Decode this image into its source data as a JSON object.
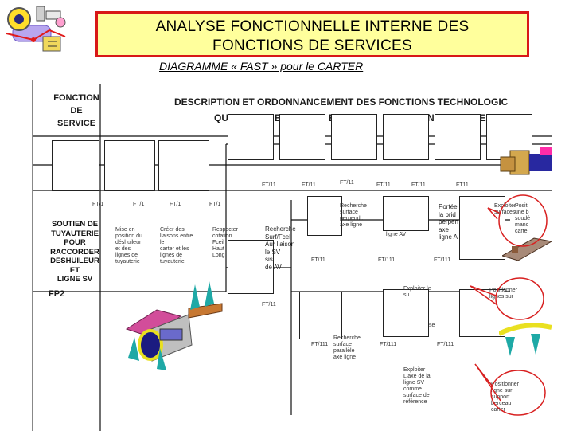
{
  "title": {
    "line1": "ANALYSE FONCTIONNELLE INTERNE DES",
    "line2": "FONCTIONS DE SERVICES"
  },
  "subtitle": "DIAGRAMME « FAST » pour le CARTER",
  "header": {
    "fs_col": "FONCTION\nDE\nSERVICE",
    "desc_line1": "DESCRIPTION ET ORDONNANCEMENT DES FONCTIONS TECHNOLOGIC",
    "desc_line2_parts": [
      "QU",
      "E",
      "E",
      "N",
      "DE"
    ]
  },
  "codes": {
    "row1": [
      "FT/1",
      "FT/1",
      "FT/1",
      "FT/1"
    ],
    "row2": [
      "FT/11",
      "FT/11",
      "FT/11",
      "FT/11",
      "FT/11",
      "FT11"
    ],
    "row3": [
      "FT/11",
      "FT/111",
      "FT/111"
    ],
    "row4": "FT/11",
    "row5": [
      "FT/111",
      "FT/111",
      "FT/111"
    ]
  },
  "service_function": "SOUTIEN DE\nTUYAUTERIE\nPOUR\nRACCORDER\nDESHUILEUR\nET\nLIGNE SV",
  "fp_label": "FP2",
  "texts": {
    "t1": "Mise en\nposition du\ndéshuileur\net des\nlignes de\ntuyauterie",
    "t2": "Créer des\nliaisons entre\nle\ncarter et les\nlignes de\ntuyauterie",
    "t3": "Respecter\ncotation\nFceil\nHaut\nLong",
    "t4": "Recherche\nSurf/Fcel\nAur liaison\nle SV\nsis\nde AV",
    "t5": "Recherche\nsurface\nperpend...\naxe ligne",
    "t6": "ligne AV",
    "t7": "Portée\nla brid\nperpen\naxe\nligne A",
    "t8": "Exploiter\nsurfaces",
    "t9": "Positi\nune b\nsoudé\nmanc\ncarte",
    "t10": "Exploiter le\nsu",
    "t11": "Positionner\nlignes sur",
    "t12": "se",
    "t13": "Recherche\nsurface\nparallèle\naxe ligne",
    "t14": "Exploiter\nL'axe de la\nligne SV\ncomme\nsurface de\nréférence",
    "t15": "Positionner\nligne sur\nsupport\nberceau\ncarter"
  },
  "colors": {
    "title_bg": "#ffff9c",
    "title_border": "#d81818",
    "callout": "#d82020",
    "part_pink": "#d24d9a",
    "part_teal": "#1ea9a6",
    "part_blue": "#23239a",
    "part_yellow": "#e9e020"
  },
  "icons": [
    "gear-mechanism-logo"
  ]
}
